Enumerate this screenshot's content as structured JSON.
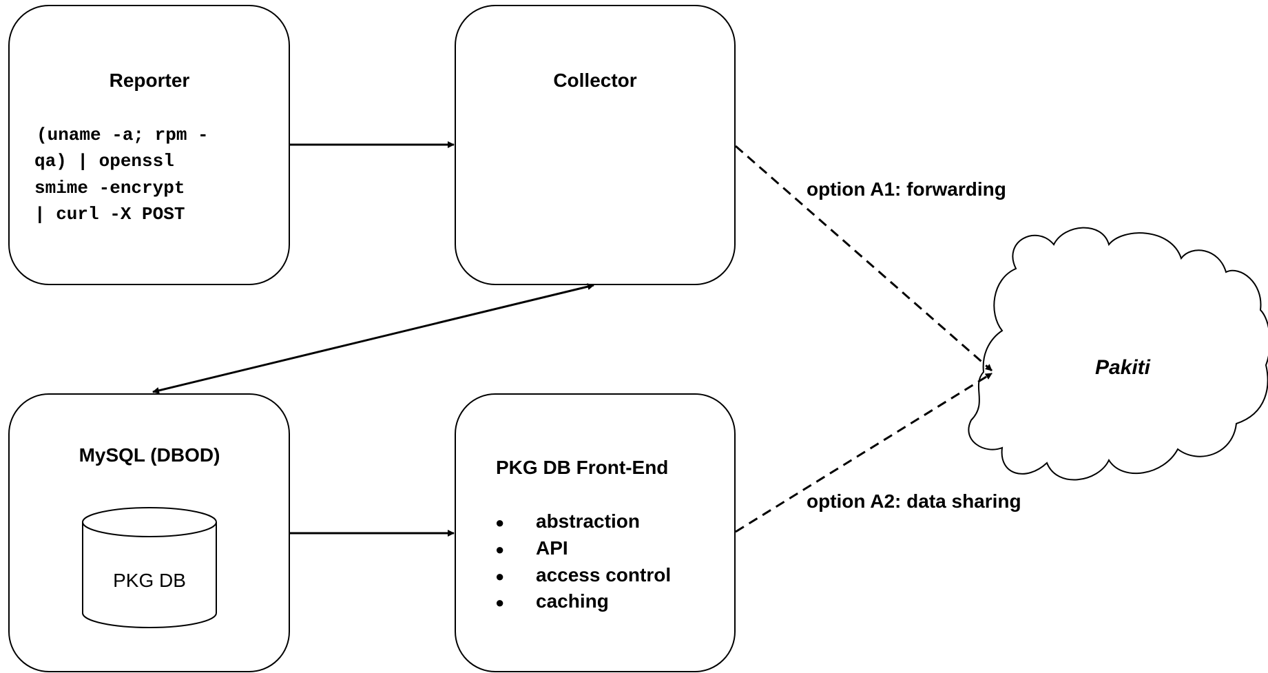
{
  "nodes": {
    "reporter": {
      "title": "Reporter",
      "command_lines": [
        "(uname -a; rpm -",
        "qa) | openssl",
        "smime -encrypt",
        "| curl -X POST"
      ]
    },
    "collector": {
      "title": "Collector"
    },
    "mysql": {
      "title": "MySQL (DBOD)",
      "database_label": "PKG DB"
    },
    "frontend": {
      "title": "PKG DB Front-End",
      "bullets": [
        "abstraction",
        "API",
        "access control",
        "caching"
      ]
    },
    "pakiti": {
      "title": "Pakiti"
    }
  },
  "edges": {
    "option_a1": "option A1: forwarding",
    "option_a2": "option A2: data sharing"
  },
  "glyphs": {
    "bullet": "●"
  }
}
